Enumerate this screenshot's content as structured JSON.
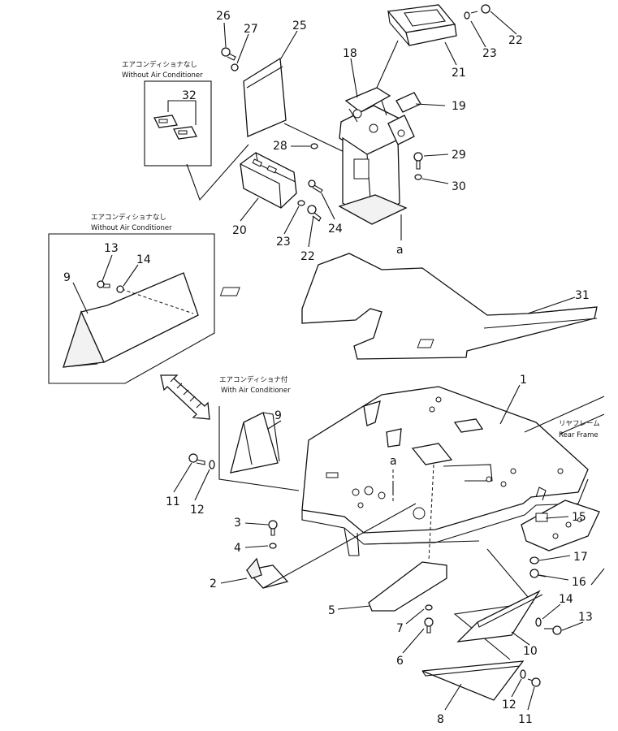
{
  "callouts": {
    "n1": "1",
    "n2": "2",
    "n3": "3",
    "n4": "4",
    "n5": "5",
    "n6": "6",
    "n7": "7",
    "n8": "8",
    "n9a": "9",
    "n9b": "9",
    "n10": "10",
    "n11a": "11",
    "n11b": "11",
    "n12a": "12",
    "n12b": "12",
    "n13a": "13",
    "n13b": "13",
    "n14a": "14",
    "n14b": "14",
    "n15": "15",
    "n16": "16",
    "n17": "17",
    "n18": "18",
    "n19": "19",
    "n20": "20",
    "n21": "21",
    "n22a": "22",
    "n22b": "22",
    "n23a": "23",
    "n23b": "23",
    "n24": "24",
    "n25": "25",
    "n26": "26",
    "n27": "27",
    "n28": "28",
    "n29": "29",
    "n30": "30",
    "n31": "31",
    "n32": "32",
    "a1": "a",
    "a2": "a"
  },
  "notes": {
    "without_ac_jp_1": "エアコンディショナなし",
    "without_ac_en_1": "Without Air Conditioner",
    "without_ac_jp_2": "エアコンディショナなし",
    "without_ac_en_2": "Without Air Conditioner",
    "with_ac_jp": "エアコンディショナ付",
    "with_ac_en": "With Air Conditioner",
    "rear_frame_jp": "リヤフレーム",
    "rear_frame_en": "Rear Frame"
  }
}
